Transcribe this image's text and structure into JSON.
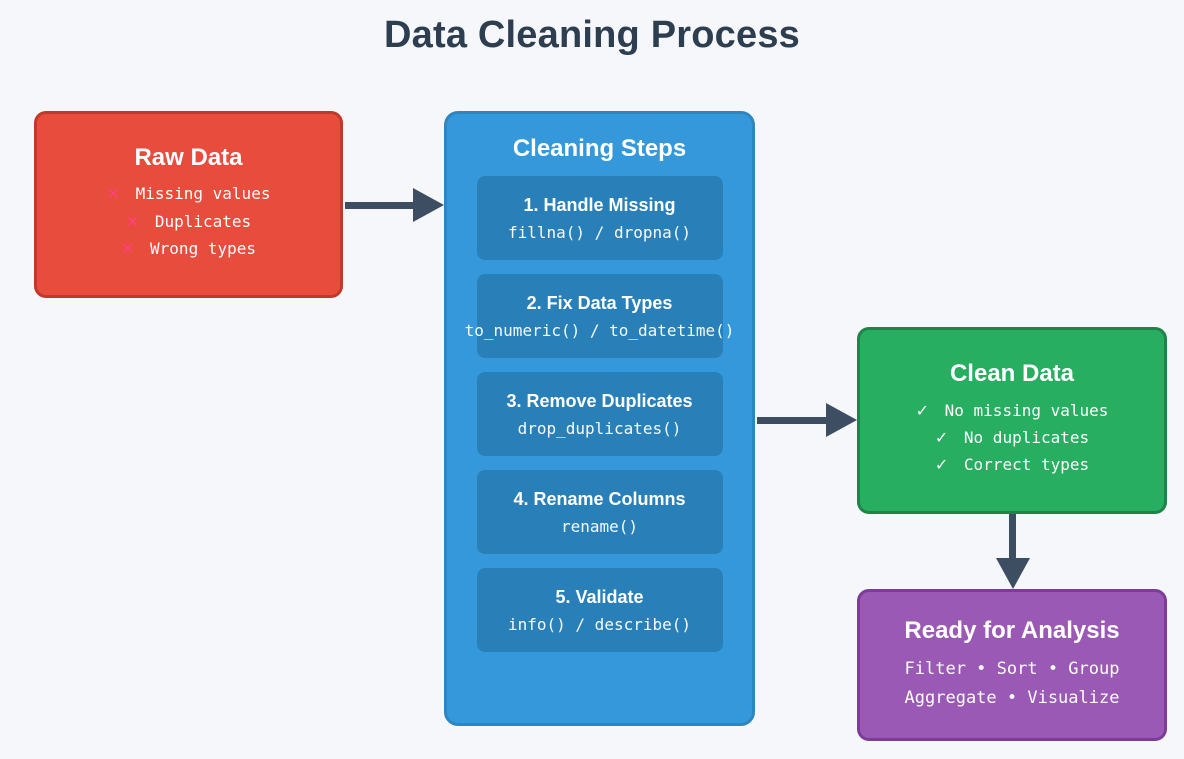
{
  "title": "Data Cleaning Process",
  "colors": {
    "background": "#f5f7fa",
    "title_text": "#2c3e50",
    "raw_data": "#e74c3c",
    "raw_data_border": "#c0392b",
    "cleaning_panel": "#3498db",
    "cleaning_panel_border": "#2e86c1",
    "step_card": "#2980b9",
    "clean_data": "#27ae60",
    "clean_data_border": "#1e8449",
    "ready_analysis": "#9b59b6",
    "ready_analysis_border": "#7d3c98",
    "arrow": "#3d4e63",
    "cross_mark": "#ff4081",
    "check_mark": "#ffffff"
  },
  "raw_data": {
    "title": "Raw Data",
    "items": [
      {
        "mark": "✕",
        "label": "Missing values"
      },
      {
        "mark": "✕",
        "label": "Duplicates"
      },
      {
        "mark": "✕",
        "label": "Wrong types"
      }
    ]
  },
  "cleaning_steps": {
    "title": "Cleaning Steps",
    "steps": [
      {
        "title": "1. Handle Missing",
        "code": "fillna() / dropna()"
      },
      {
        "title": "2. Fix Data Types",
        "code": "to_numeric() / to_datetime()"
      },
      {
        "title": "3. Remove Duplicates",
        "code": "drop_duplicates()"
      },
      {
        "title": "4. Rename Columns",
        "code": "rename()"
      },
      {
        "title": "5. Validate",
        "code": "info() / describe()"
      }
    ]
  },
  "clean_data": {
    "title": "Clean Data",
    "items": [
      {
        "mark": "✓",
        "label": "No missing values"
      },
      {
        "mark": "✓",
        "label": "No duplicates"
      },
      {
        "mark": "✓",
        "label": "Correct types"
      }
    ]
  },
  "ready_analysis": {
    "title": "Ready for Analysis",
    "lines": [
      "Filter • Sort • Group",
      "Aggregate • Visualize"
    ]
  },
  "arrows": [
    {
      "name": "raw-to-cleaning-steps",
      "direction": "right"
    },
    {
      "name": "cleaning-steps-to-clean-data",
      "direction": "right"
    },
    {
      "name": "clean-data-to-ready-analysis",
      "direction": "down"
    }
  ]
}
